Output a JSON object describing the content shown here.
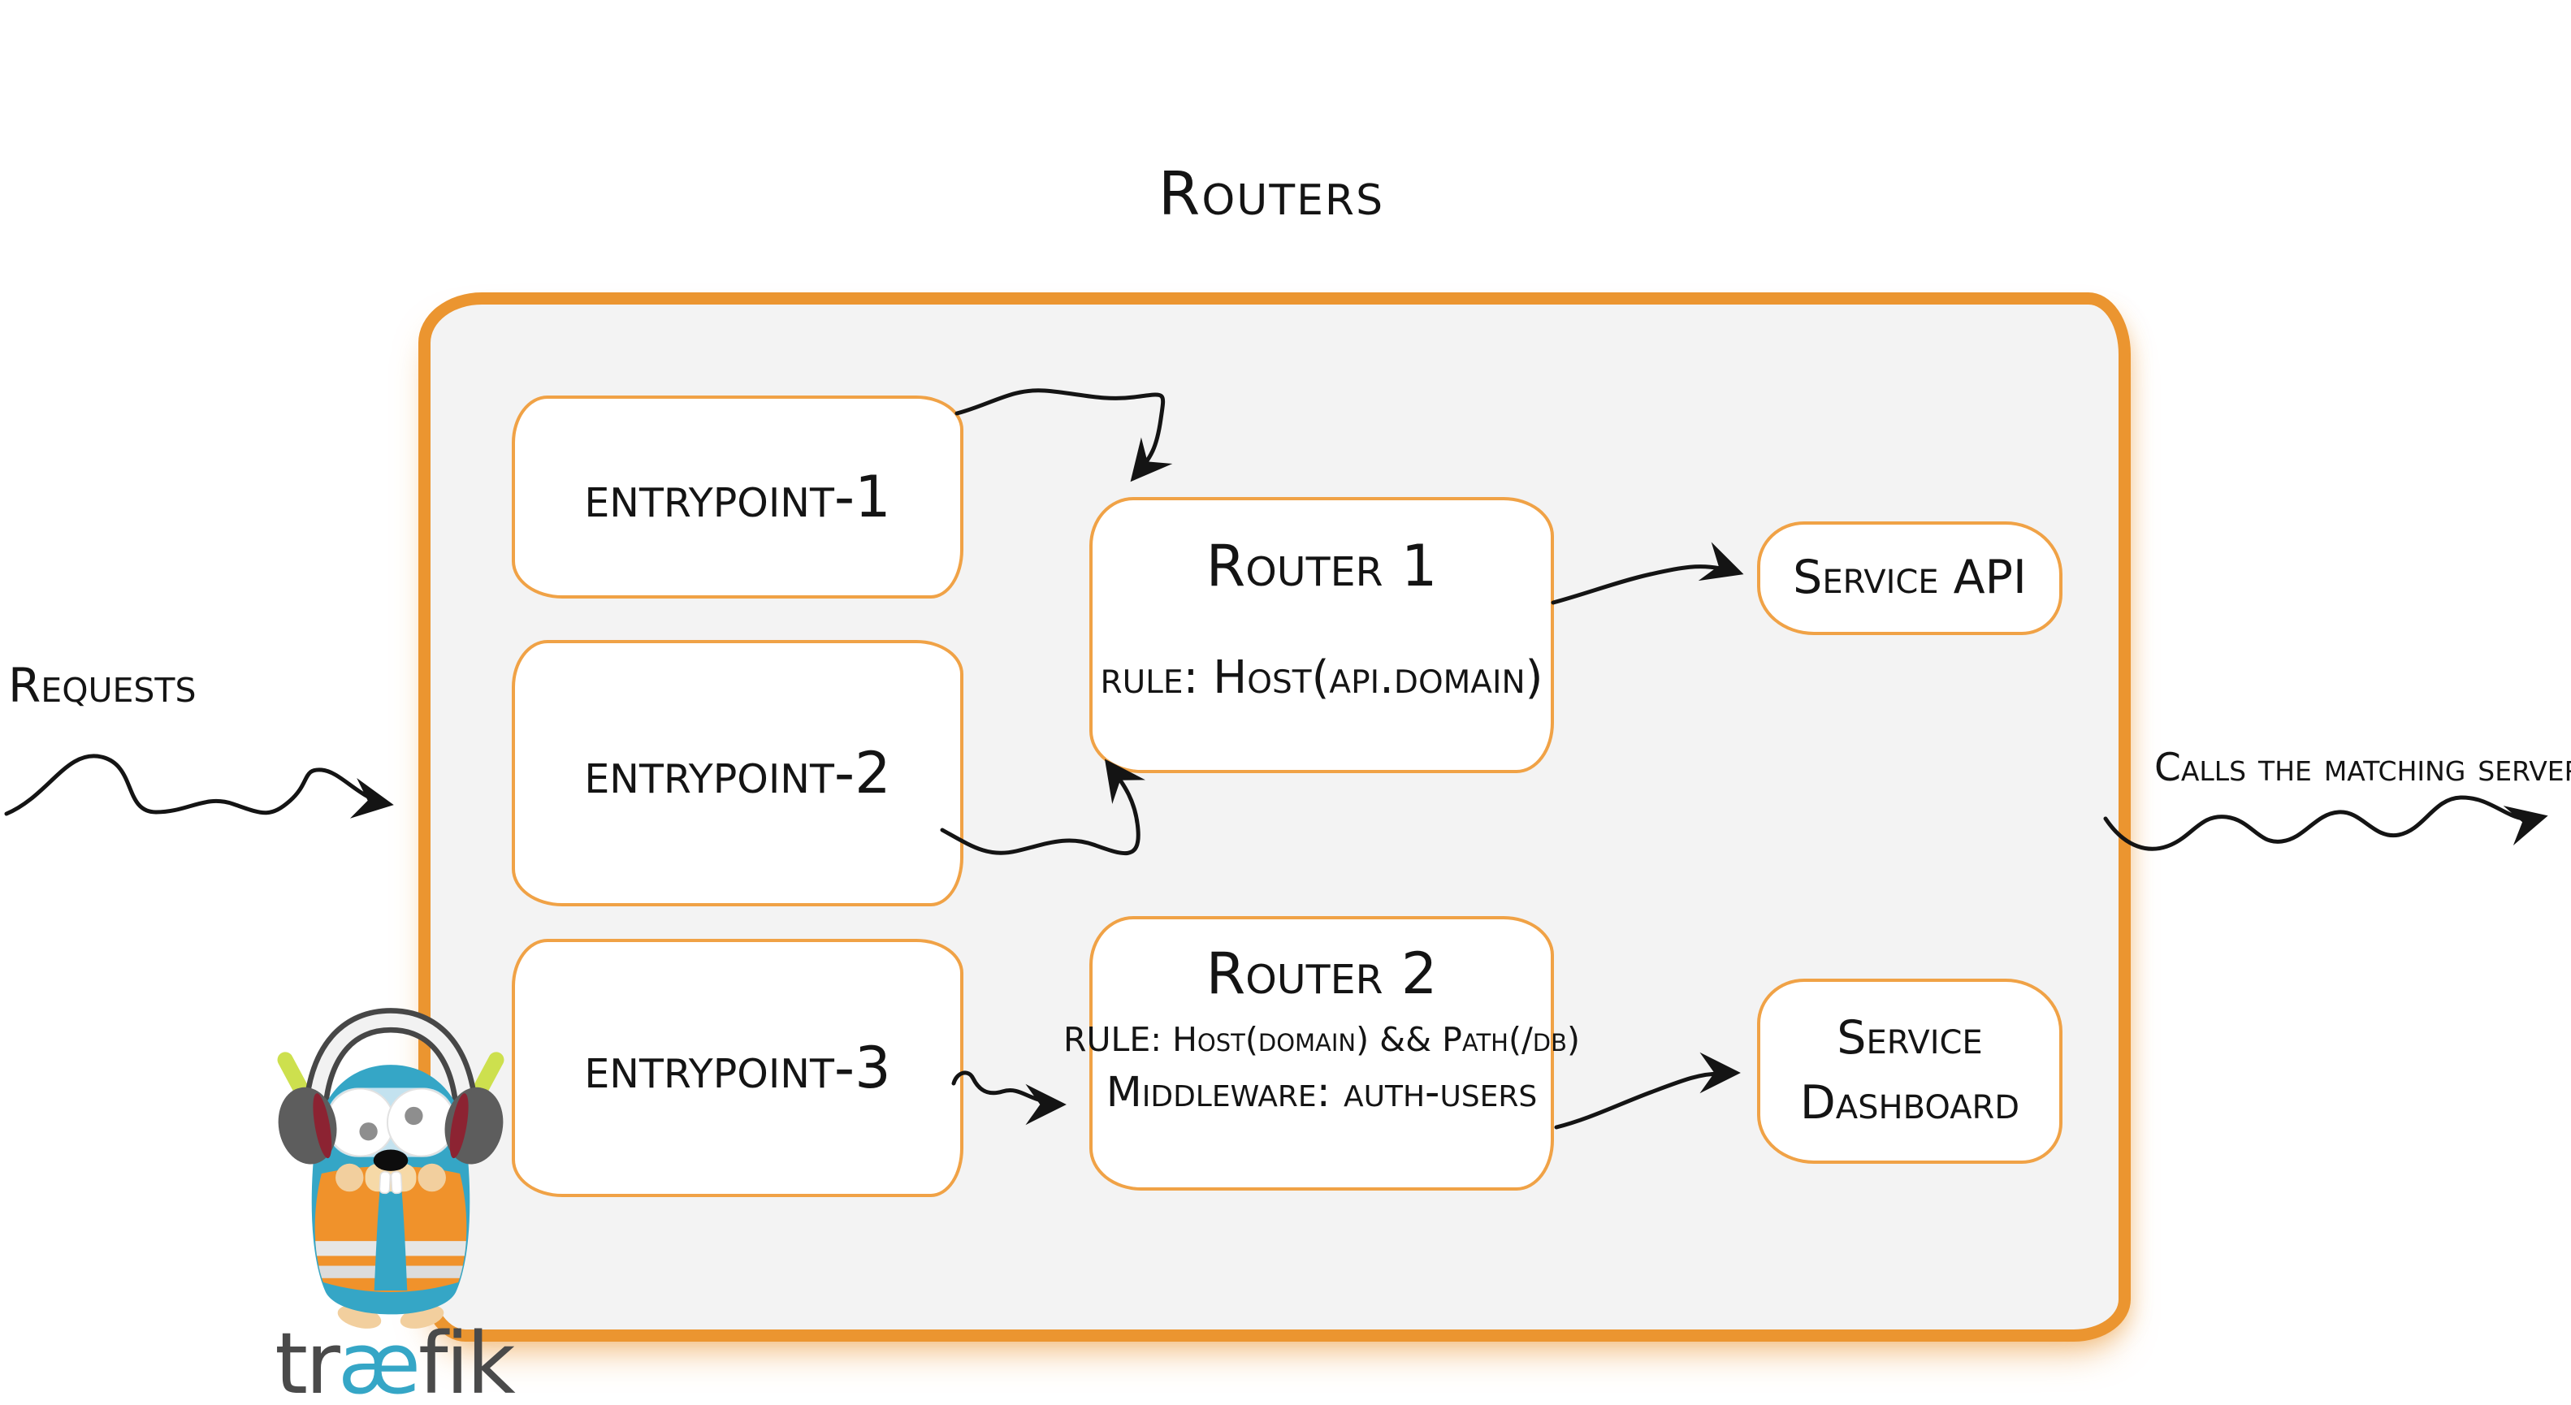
{
  "diagram": {
    "title": "Routers",
    "requests_label": "Requests",
    "calls_label": "Calls the matching server"
  },
  "entrypoints": [
    {
      "label": "entrypoint-1"
    },
    {
      "label": "entrypoint-2"
    },
    {
      "label": "entrypoint-3"
    }
  ],
  "routers": [
    {
      "title": "Router 1",
      "rule": "rule: Host(api.domain)"
    },
    {
      "title": "Router 2",
      "rule": "RULE: Host(domain) && Path(/db)",
      "middleware": "Middleware: auth-users"
    }
  ],
  "services": [
    {
      "label": "Service API"
    },
    {
      "label": "Service Dashboard"
    }
  ],
  "logo": {
    "pre": "tr",
    "ligature": "æ",
    "post": "fik"
  },
  "colors": {
    "container_border_orange": "#eb9530",
    "box_border_orange": "#f0a246",
    "container_fill": "#f3f3f3",
    "ink": "#141414",
    "gopher_teal": "#35a6c6",
    "vest_orange": "#f0922b",
    "baton_green": "#cde04e",
    "wordmark_gray": "#4a4a4a"
  }
}
